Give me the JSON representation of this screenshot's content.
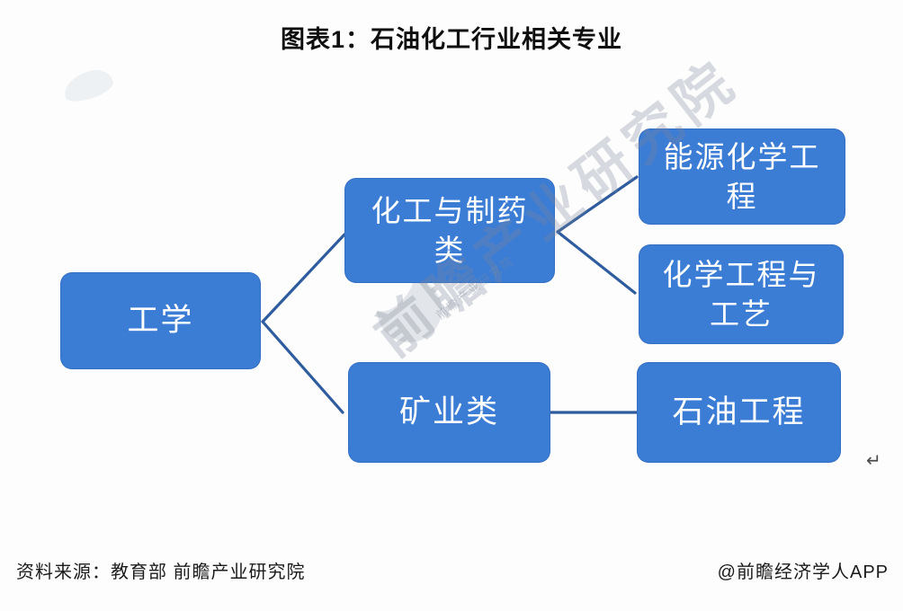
{
  "title": "图表1：石油化工行业相关专业",
  "diagram": {
    "type": "tree",
    "nodes": [
      {
        "id": "engineering",
        "label": "工学"
      },
      {
        "id": "chem-pharma",
        "label": "化工与制药\n类"
      },
      {
        "id": "mining",
        "label": "矿业类"
      },
      {
        "id": "energy-chem",
        "label": "能源化学工\n程"
      },
      {
        "id": "chem-tech",
        "label": "化学工程与\n工艺"
      },
      {
        "id": "petroleum",
        "label": "石油工程"
      }
    ],
    "edges": [
      {
        "from": "工学",
        "to": "化工与制药类"
      },
      {
        "from": "工学",
        "to": "矿业类"
      },
      {
        "from": "化工与制药类",
        "to": "能源化学工程"
      },
      {
        "from": "化工与制药类",
        "to": "化学工程与工艺"
      },
      {
        "from": "矿业类",
        "to": "石油工程"
      }
    ]
  },
  "watermark": {
    "text": "前瞻产业研究院"
  },
  "footer": {
    "source": "资料来源：教育部 前瞻产业研究院",
    "credit": "@前瞻经济学人APP"
  },
  "return_mark": "↵",
  "colors": {
    "node_fill": "#3b7cd5",
    "node_text": "#ffffff",
    "connector": "#2e5c9e",
    "watermark": "#c9ced6"
  }
}
